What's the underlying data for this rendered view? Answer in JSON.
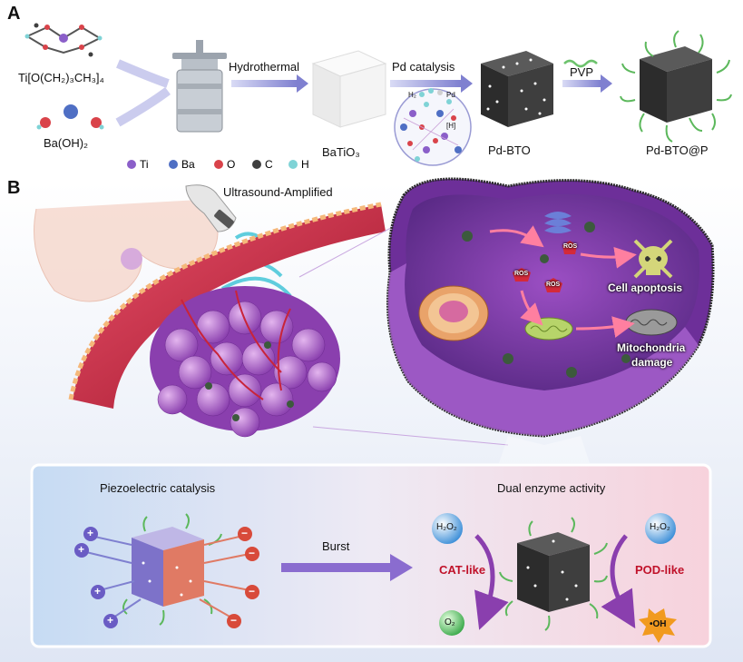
{
  "panel_a": {
    "letter": "A",
    "precursor_ti": "Ti[O(CH₂)₃CH₃]₄",
    "precursor_ba": "Ba(OH)₂",
    "step_hydrothermal": "Hydrothermal",
    "product_batio3": "BaTiO₃",
    "step_pd": "Pd catalysis",
    "inset_h2": "H₂",
    "inset_pd": "Pd",
    "inset_h": "[H]",
    "product_pdbto": "Pd-BTO",
    "step_pvp": "PVP",
    "product_final": "Pd-BTO@P",
    "legend": [
      {
        "label": "Ti",
        "color": "#8b5fc9"
      },
      {
        "label": "Ba",
        "color": "#4f6fc4"
      },
      {
        "label": "O",
        "color": "#d9434a"
      },
      {
        "label": "C",
        "color": "#3f3f3f"
      },
      {
        "label": "H",
        "color": "#7fd3d6"
      }
    ]
  },
  "panel_b": {
    "letter": "B",
    "ultrasound": "Ultrasound-Amplified",
    "ros": "ROS",
    "cell_apoptosis": "Cell apoptosis",
    "mito_damage_1": "Mitochondria",
    "mito_damage_2": "damage"
  },
  "mechanism": {
    "piezo_title": "Piezoelectric catalysis",
    "burst": "Burst",
    "enzyme_title": "Dual enzyme activity",
    "h2o2_left": "H₂O₂",
    "h2o2_right": "H₂O₂",
    "cat_like": "CAT-like",
    "pod_like": "POD-like",
    "o2": "O₂",
    "oh": "•OH",
    "plus": "+",
    "minus": "−"
  },
  "colors": {
    "arrow": "#8e8fd6",
    "membrane": "#9b59c9",
    "tumor": "#b065c9",
    "vessel": "#c8243a",
    "accent_red": "#c0122a",
    "box_left": "#cfe0f4",
    "box_right": "#f6d3dc"
  }
}
